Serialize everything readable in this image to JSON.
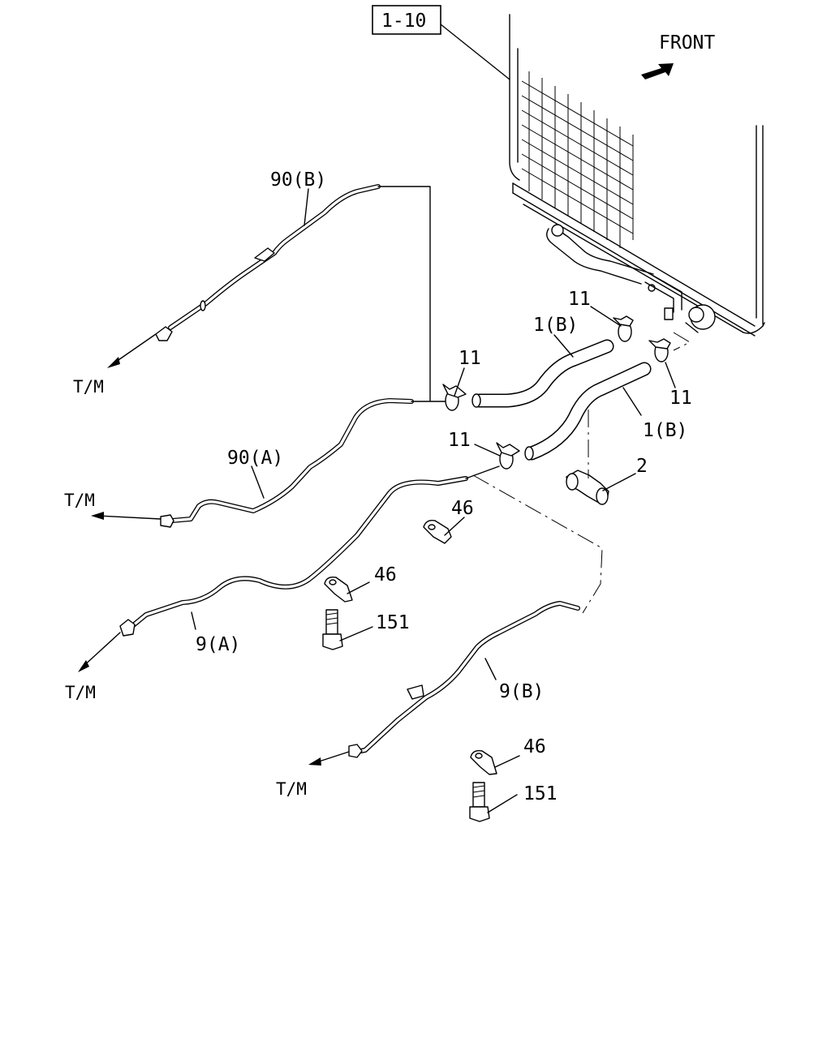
{
  "ref_box": "1-10",
  "direction": "FRONT",
  "direction_icon": "arrow-front-icon",
  "labels": {
    "p90b": "90(B)",
    "p90a": "90(A)",
    "p9a": "9(A)",
    "p9b": "9(B)",
    "p1b_upper": "1(B)",
    "p1b_lower": "1(B)",
    "p2": "2",
    "p11_top": "11",
    "p11_right": "11",
    "p11_left": "11",
    "p11_mid": "11",
    "p46_a": "46",
    "p46_b": "46",
    "p46_c": "46",
    "p151_a": "151",
    "p151_b": "151"
  },
  "destinations": {
    "tm_1": "T/M",
    "tm_2": "T/M",
    "tm_3": "T/M",
    "tm_4": "T/M"
  },
  "colors": {
    "line": "#000000",
    "background": "#ffffff"
  }
}
